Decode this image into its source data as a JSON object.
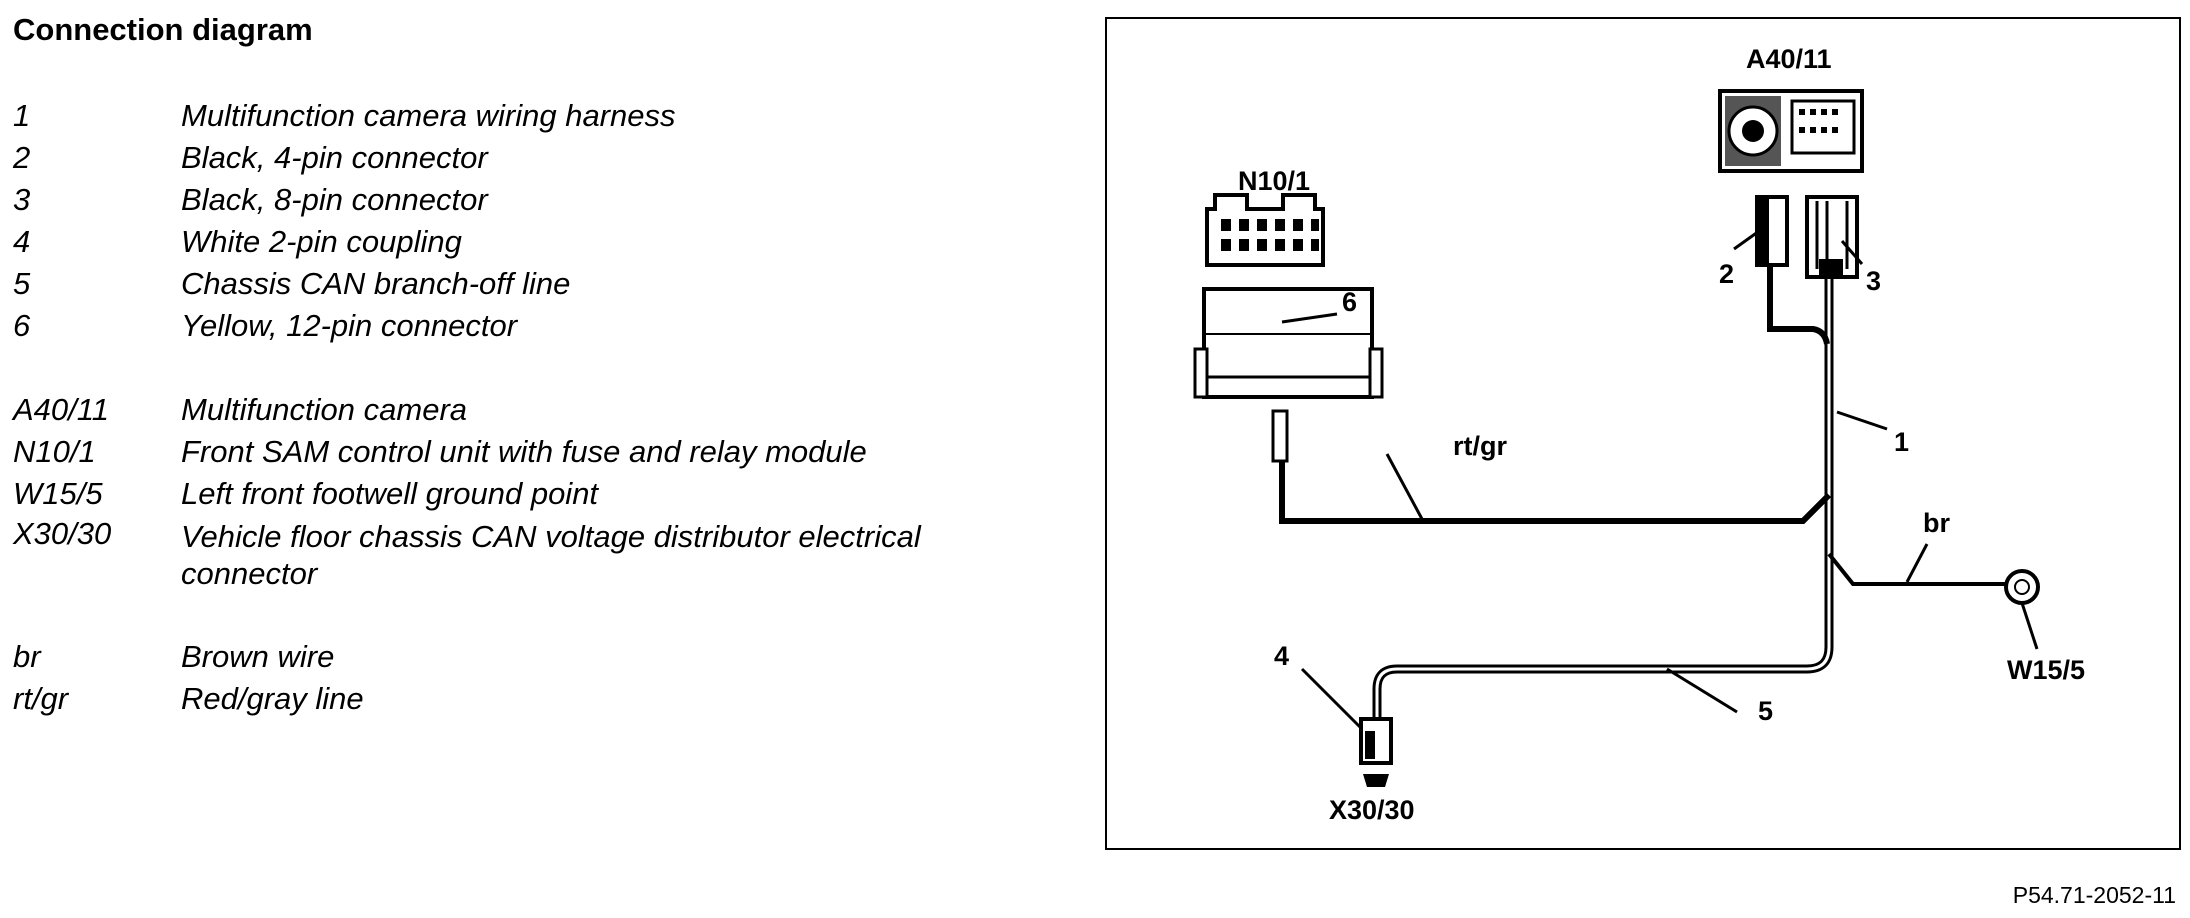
{
  "title": "Connection diagram",
  "legend": [
    {
      "key": "1",
      "text": "Multifunction camera wiring harness"
    },
    {
      "key": "2",
      "text": "Black, 4-pin connector"
    },
    {
      "key": "3",
      "text": "Black, 8-pin connector"
    },
    {
      "key": "4",
      "text": "White 2-pin coupling"
    },
    {
      "key": "5",
      "text": "Chassis CAN branch-off line"
    },
    {
      "key": "6",
      "text": "Yellow, 12-pin connector"
    },
    {
      "key": "A40/11",
      "text": "Multifunction camera"
    },
    {
      "key": "N10/1",
      "text": "Front SAM control unit with fuse and relay module"
    },
    {
      "key": "W15/5",
      "text": "Left front footwell ground point"
    },
    {
      "key": "X30/30",
      "text": "Vehicle floor chassis CAN voltage distributor electrical connector"
    },
    {
      "key": "br",
      "text": "Brown wire"
    },
    {
      "key": "rt/gr",
      "text": "Red/gray line"
    }
  ],
  "diagram": {
    "labels": {
      "a40_11": "A40/11",
      "n10_1": "N10/1",
      "w15_5": "W15/5",
      "x30_30": "X30/30",
      "n1": "1",
      "n2": "2",
      "n3": "3",
      "n4": "4",
      "n5": "5",
      "n6": "6",
      "rtgr": "rt/gr",
      "br": "br"
    }
  },
  "figure_ref": "P54.71-2052-11"
}
